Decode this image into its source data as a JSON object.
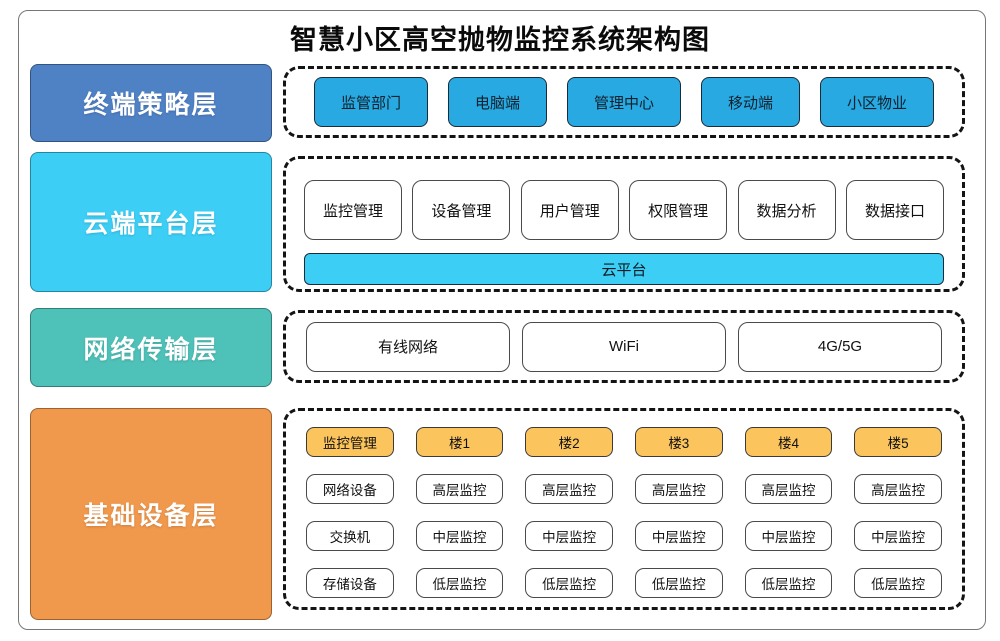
{
  "title": "智慧小区高空抛物监控系统架构图",
  "colors": {
    "terminal_layer": "#4F81C5",
    "terminal_item": "#29A9E1",
    "cloud_layer": "#3CCEF5",
    "cloud_bar": "#3CCEF5",
    "network_layer": "#4EC1B9",
    "device_layer": "#F0984C",
    "device_header": "#FBC45C",
    "dashed_border": "#141414"
  },
  "layers": [
    {
      "label": "终端策略层",
      "items": [
        "监管部门",
        "电脑端",
        "管理中心",
        "移动端",
        "小区物业"
      ]
    },
    {
      "label": "云端平台层",
      "items": [
        "监控管理",
        "设备管理",
        "用户管理",
        "权限管理",
        "数据分析",
        "数据接口"
      ],
      "bar": "云平台"
    },
    {
      "label": "网络传输层",
      "items": [
        "有线网络",
        "WiFi",
        "4G/5G"
      ]
    },
    {
      "label": "基础设备层",
      "columns": [
        {
          "header": "监控管理",
          "items": [
            "网络设备",
            "交换机",
            "存储设备"
          ]
        },
        {
          "header": "楼1",
          "items": [
            "高层监控",
            "中层监控",
            "低层监控"
          ]
        },
        {
          "header": "楼2",
          "items": [
            "高层监控",
            "中层监控",
            "低层监控"
          ]
        },
        {
          "header": "楼3",
          "items": [
            "高层监控",
            "中层监控",
            "低层监控"
          ]
        },
        {
          "header": "楼4",
          "items": [
            "高层监控",
            "中层监控",
            "低层监控"
          ]
        },
        {
          "header": "楼5",
          "items": [
            "高层监控",
            "中层监控",
            "低层监控"
          ]
        }
      ]
    }
  ]
}
